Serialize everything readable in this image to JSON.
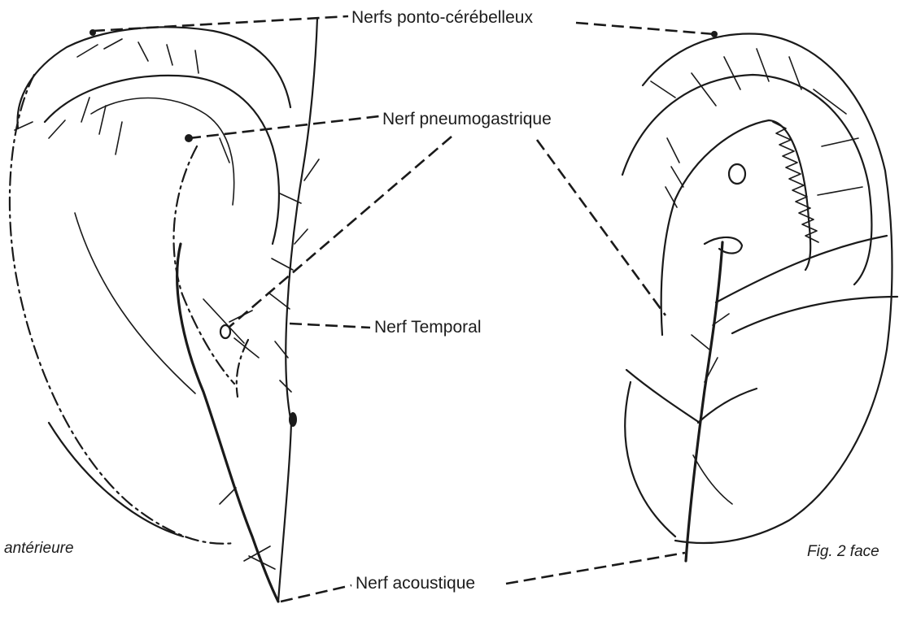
{
  "labels": {
    "ponto_cerebelleux": "Nerfs ponto-cérébelleux",
    "pneumogastrique": "Nerf pneumogastrique",
    "temporal": "Nerf Temporal",
    "acoustique": "Nerf acoustique"
  },
  "captions": {
    "left": "antérieure",
    "right": "Fig. 2 face"
  }
}
